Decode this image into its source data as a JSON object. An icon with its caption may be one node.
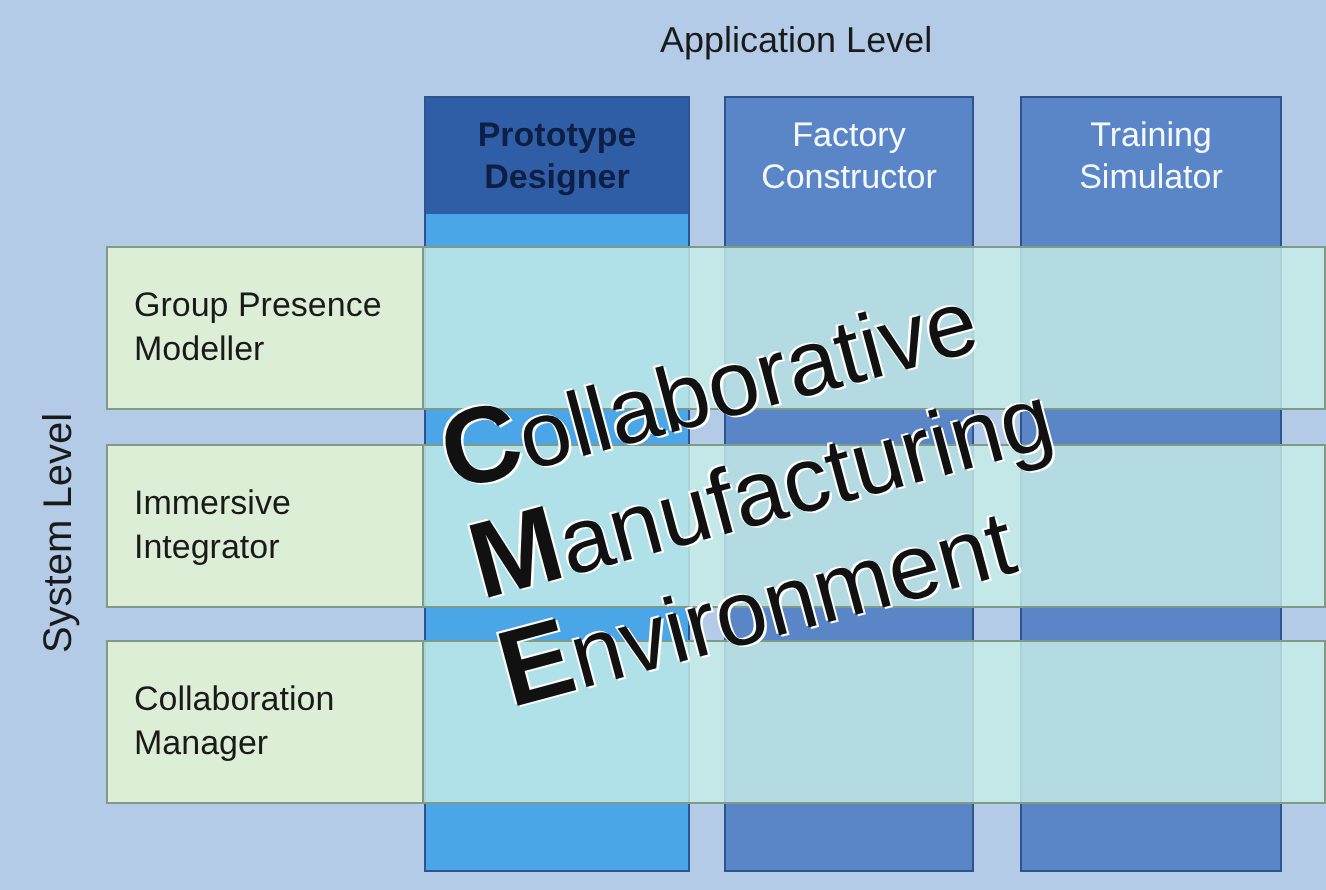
{
  "diagram": {
    "nodes": [
      {
        "text": [
          "Prototype Designer"
        ]
      },
      {
        "text": [
          "Factory Constructor"
        ]
      },
      {
        "text": [
          "Training Simulator"
        ]
      },
      {
        "text": [
          "Group Presence Modeller"
        ]
      },
      {
        "text": [
          "Immersive Integrator"
        ]
      },
      {
        "text": [
          "Collaboration Manager"
        ]
      }
    ],
    "labels": [
      "Application Level",
      "System Level",
      "**C**ollaborative **M**anufacturing **E**nvironment"
    ]
  }
}
